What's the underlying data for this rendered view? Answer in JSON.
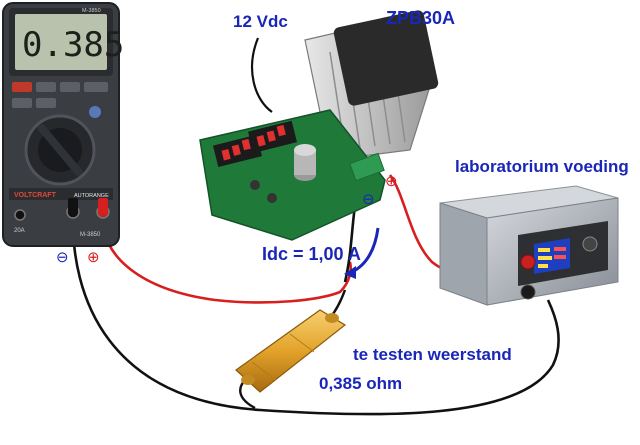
{
  "labels": {
    "supply_voltage": "12 Vdc",
    "load_module": "ZPB30A",
    "lab_supply": "laboratorium voeding",
    "current": "Idc = 1,00 A",
    "resistor": "te testen weerstand",
    "resistance": "0,385 ohm"
  },
  "multimeter": {
    "display_value": "0.385",
    "model_top": "M-3850",
    "brand": "VOLTCRAFT",
    "autorange": "AUTORANGE",
    "model_bottom": "M-3850",
    "jack_label": "20A"
  },
  "symbols": {
    "minus": "⊖",
    "plus": "⊕"
  },
  "colors": {
    "label_blue": "#1a26b8",
    "wire_red": "#d81f1f",
    "wire_black": "#111111",
    "pcb_green": "#1f7a3a",
    "resistor_gold": "#e2a22a",
    "supply_case": "#9fa5ad"
  }
}
